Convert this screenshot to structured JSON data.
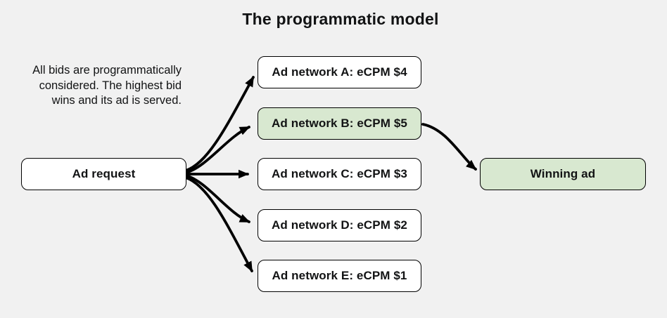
{
  "title": "The programmatic model",
  "note": {
    "lines": [
      "All bids are programmatically",
      "considered. The highest bid",
      "wins and its ad is served."
    ]
  },
  "source": {
    "label": "Ad request"
  },
  "networks": [
    {
      "id": "A",
      "label": "Ad network A: eCPM $4",
      "ecpm": 4,
      "highlighted": false
    },
    {
      "id": "B",
      "label": "Ad network B: eCPM $5",
      "ecpm": 5,
      "highlighted": true
    },
    {
      "id": "C",
      "label": "Ad network C: eCPM $3",
      "ecpm": 3,
      "highlighted": false
    },
    {
      "id": "D",
      "label": "Ad network D: eCPM $2",
      "ecpm": 2,
      "highlighted": false
    },
    {
      "id": "E",
      "label": "Ad network E: eCPM $1",
      "ecpm": 1,
      "highlighted": false
    }
  ],
  "winner": {
    "label": "Winning ad"
  },
  "colors": {
    "background": "#f1f1f1",
    "box_fill": "#ffffff",
    "highlight_fill": "#d8e8d0",
    "border": "#000000",
    "arrow": "#000000",
    "text": "#121314"
  }
}
